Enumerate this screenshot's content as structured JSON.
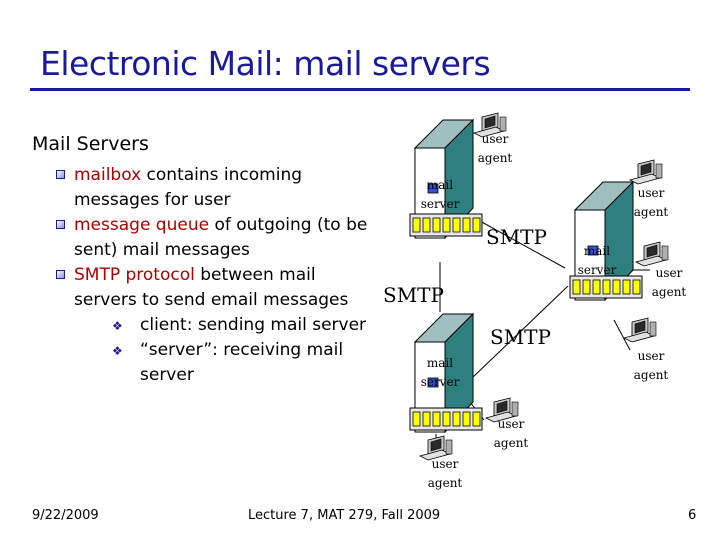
{
  "slide": {
    "title": "Electronic Mail: mail servers",
    "heading": "Mail Servers",
    "bullets": [
      {
        "highlight": "mailbox",
        "text": " contains incoming messages for user"
      },
      {
        "highlight": "message queue",
        "text": " of outgoing (to be sent) mail messages"
      },
      {
        "highlight": "SMTP protocol",
        "text": " between mail servers to send email messages"
      }
    ],
    "sub_bullets": [
      "client: sending mail server",
      "“server”: receiving mail server"
    ],
    "colors": {
      "title": "#1a1a9c",
      "highlight": "#b00000",
      "bullet": "#1a1a9c"
    }
  },
  "diagram": {
    "servers": [
      {
        "label_1": "mail",
        "label_2": "server"
      },
      {
        "label_1": "mail",
        "label_2": "server"
      },
      {
        "label_1": "mail",
        "label_2": "server"
      }
    ],
    "agents": [
      {
        "label_1": "user",
        "label_2": "agent"
      },
      {
        "label_1": "user",
        "label_2": "agent"
      },
      {
        "label_1": "user",
        "label_2": "agent"
      },
      {
        "label_1": "user",
        "label_2": "agent"
      },
      {
        "label_1": "user",
        "label_2": "agent"
      },
      {
        "label_1": "user",
        "label_2": "agent"
      }
    ],
    "protocol_labels": [
      "SMTP",
      "SMTP",
      "SMTP"
    ],
    "icons": {
      "server": "mail-server-icon",
      "agent": "user-agent-computer-icon"
    }
  },
  "footer": {
    "date": "9/22/2009",
    "center": "Lecture 7, MAT 279, Fall 2009",
    "page": "6"
  }
}
